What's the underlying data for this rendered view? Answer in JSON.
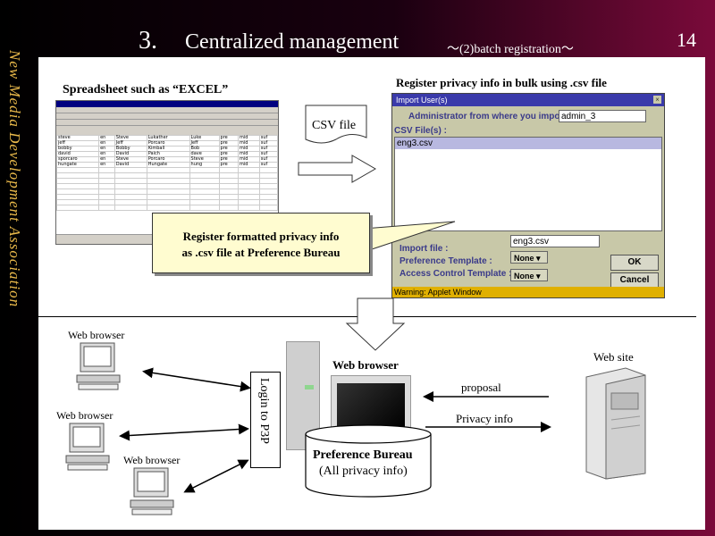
{
  "sidebar": {
    "text": "New Media Development Association"
  },
  "header": {
    "number": "3.",
    "title": "Centralized management",
    "subtitle": "～(2)batch registration～",
    "page": "14"
  },
  "labels": {
    "spreadsheet": "Spreadsheet such as “EXCEL”",
    "register_bulk": "Register privacy info in bulk using .csv file",
    "csv_file": "CSV file"
  },
  "excel": {
    "rows": [
      [
        "steve",
        "en",
        "Steve",
        "Lukather",
        "Luke",
        "pre",
        "mid",
        "suf"
      ],
      [
        "jeff",
        "en",
        "Jeff",
        "Porcaro",
        "Jeff",
        "pre",
        "mid",
        "suf"
      ],
      [
        "bobby",
        "en",
        "Bobby",
        "Kimball",
        "Bob",
        "pre",
        "mid",
        "suf"
      ],
      [
        "david",
        "en",
        "David",
        "Paich",
        "dave",
        "pre",
        "mid",
        "suf"
      ],
      [
        "sporcaro",
        "en",
        "Steve",
        "Porcaro",
        "Steve",
        "pre",
        "mid",
        "suf"
      ],
      [
        "hungate",
        "en",
        "David",
        "Hungate",
        "hung",
        "pre",
        "mid",
        "suf"
      ]
    ]
  },
  "dialog": {
    "title": "Import User(s)",
    "close": "×",
    "admin_label": "Administrator from where you import. :",
    "admin_value": "admin_3",
    "csv_files_label": "CSV File(s) :",
    "selected_file": "eng3.csv",
    "import_label": "Import file :",
    "import_value": "eng3.csv",
    "pref_label": "Preference Template :",
    "pref_value": "None",
    "access_label": "Access Control Template :",
    "access_value": "None",
    "ok": "OK",
    "cancel": "Cancel",
    "warning": "Warning: Applet Window"
  },
  "callout": {
    "line1": "Register formatted privacy info",
    "line2": "as .csv file at Preference Bureau"
  },
  "bottom": {
    "browser1": "Web browser",
    "browser2": "Web browser",
    "browser3": "Web browser",
    "server_browser": "Web browser",
    "login": "Login to P3P",
    "bureau_line1": "Preference Bureau",
    "bureau_line2": "(All privacy info)",
    "website": "Web site",
    "proposal": "proposal",
    "privacy_info": "Privacy info"
  }
}
